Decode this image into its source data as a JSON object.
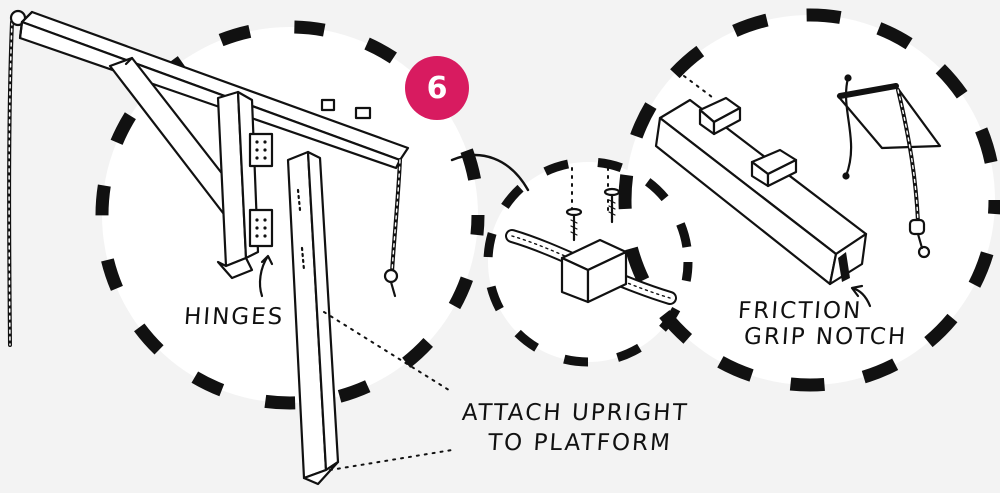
{
  "step_badge": {
    "number": "6",
    "color": "#d81b60"
  },
  "labels": {
    "hinges": "HINGES",
    "friction_line1": "FRICTION",
    "friction_line2": "GRIP NOTCH",
    "attach_line1": "ATTACH UPRIGHT",
    "attach_line2": "TO PLATFORM"
  },
  "colors": {
    "ink": "#111111",
    "fill": "#ffffff",
    "background": "#f3f3f3"
  }
}
